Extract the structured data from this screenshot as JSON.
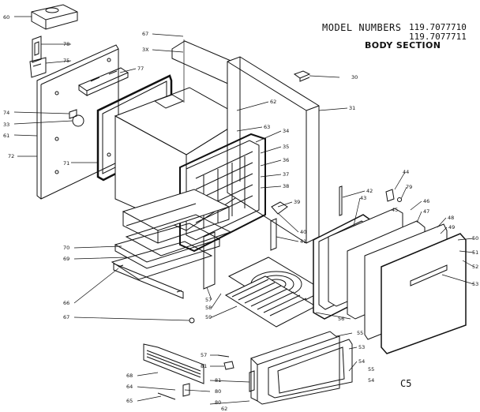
{
  "header": {
    "model_label": "MODEL NUMBERS",
    "model_numbers": [
      "119.7077710",
      "119.7077711"
    ],
    "section_title": "BODY SECTION"
  },
  "page_code": "C5",
  "callouts": {
    "c60": "60",
    "c78": "78",
    "c75": "75",
    "c77": "77",
    "c74": "74",
    "c33": "33",
    "c61": "61",
    "c72": "72",
    "c71": "71",
    "c67": "67",
    "c3x": "3X",
    "c62": "62",
    "c30": "30",
    "c31": "31",
    "c63": "63",
    "c34": "34",
    "c35": "35",
    "c36": "36",
    "c37": "37",
    "c38": "38",
    "c39": "39",
    "c40": "40",
    "c41": "41",
    "c42": "42",
    "c43": "43",
    "c44": "44",
    "c79": "79",
    "c45": "45",
    "c46": "46",
    "c47": "47",
    "c48": "48",
    "c49": "49",
    "c50": "50",
    "c51": "51",
    "c52": "52",
    "c53": "53",
    "c56": "56",
    "c55": "55",
    "c54": "54",
    "c70": "70",
    "c69": "69",
    "c68": "68",
    "c57a": "57",
    "c58": "58",
    "c59": "59",
    "c66": "66",
    "c67b": "67",
    "c57b": "57",
    "c81a": "81",
    "c81b": "81",
    "c80a": "80",
    "c64": "64",
    "c65": "65",
    "c80b": "80",
    "c62b": "62",
    "c55b": "55",
    "c53b": "53",
    "c54b": "54"
  }
}
